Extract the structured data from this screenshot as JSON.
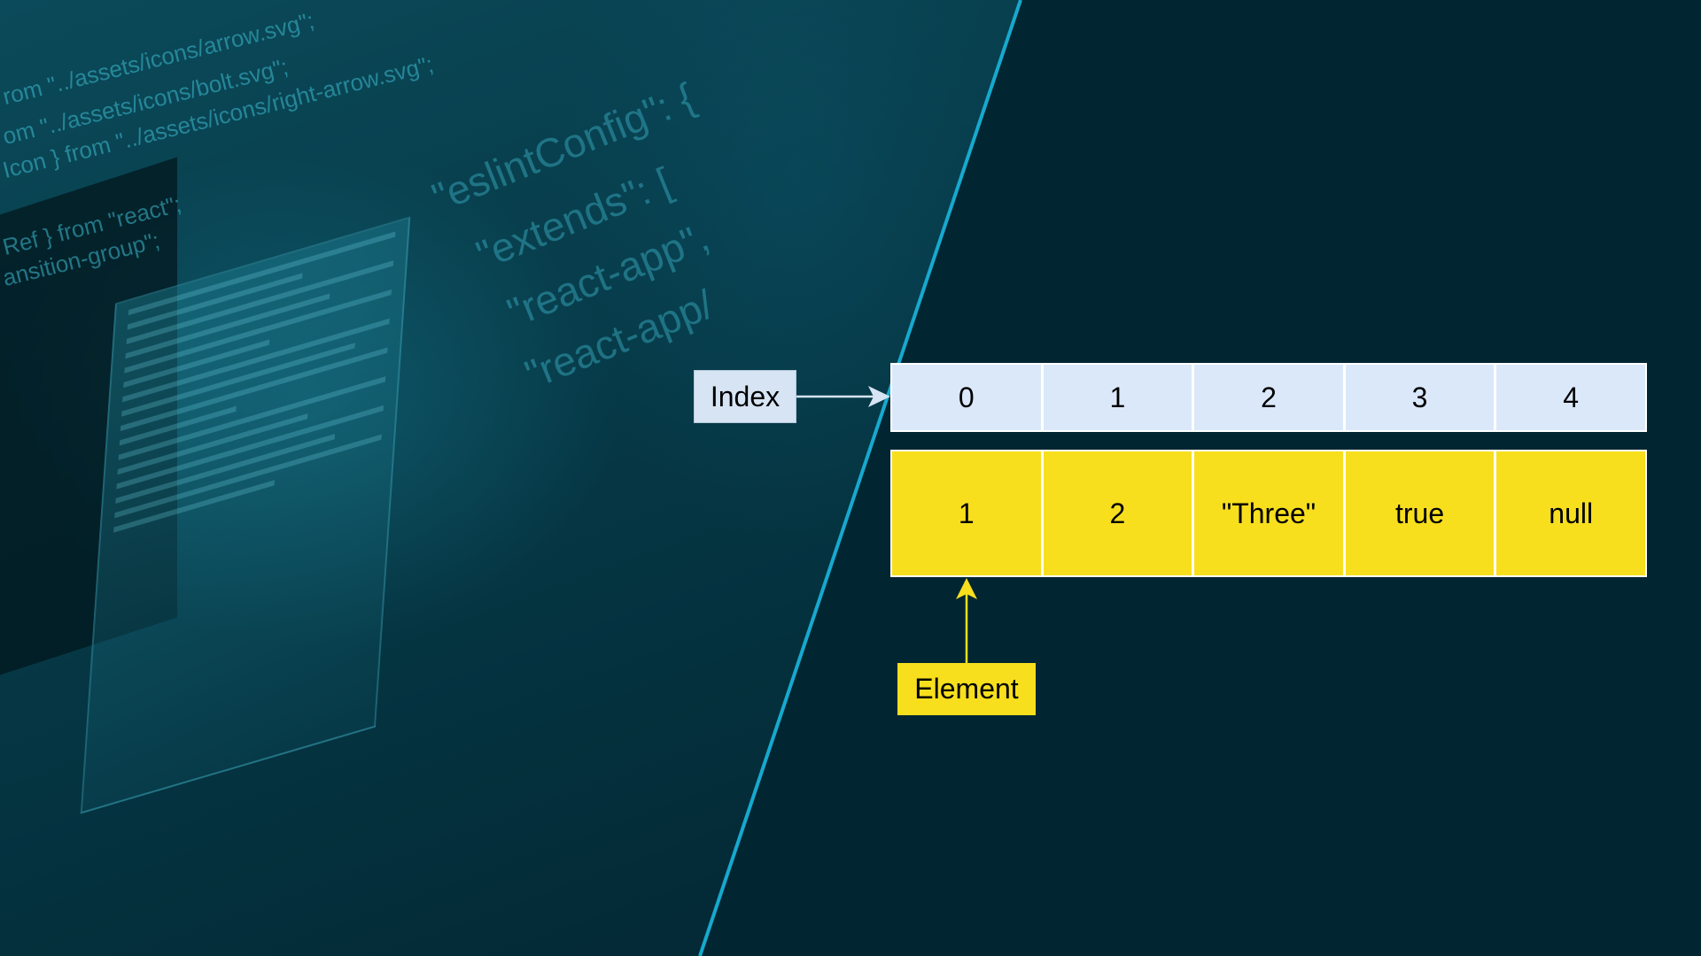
{
  "background_code": {
    "lines_small": [
      "rom \"../assets/icons/arrow.svg\";",
      "om \"../assets/icons/bolt.svg\";",
      "Icon } from \"../assets/icons/right-arrow.svg\";",
      "Ref } from \"react\";",
      "ansition-group\";"
    ],
    "lines_large": [
      "\"eslintConfig\": {",
      "\"extends\": [",
      "\"react-app\",",
      "\"react-app/"
    ]
  },
  "diagram": {
    "index_label": "Index",
    "element_label": "Element",
    "indices": [
      "0",
      "1",
      "2",
      "3",
      "4"
    ],
    "elements": [
      "1",
      "2",
      "\"Three\"",
      "true",
      "null"
    ]
  },
  "colors": {
    "background": "#022631",
    "divider": "#17a9cf",
    "index_fill": "#dae8fa",
    "element_fill": "#f7df1e"
  }
}
